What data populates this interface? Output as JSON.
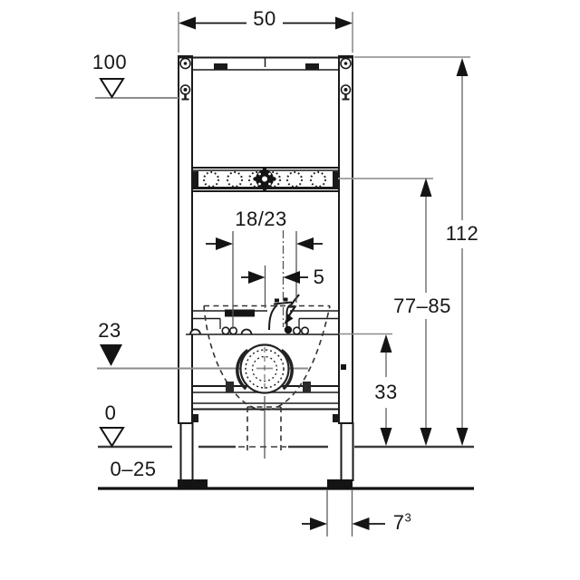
{
  "drawing": {
    "title": "urinal-installation-element-dimension-drawing",
    "background_color": "#ffffff",
    "line_color": "#1a1a1a",
    "reference_line_color": "#8c8c8c",
    "labels": {
      "width": "50",
      "meter_mark": "100",
      "height": "112",
      "flush_pipe_range": "77–85",
      "connection_spacing": "18/23",
      "center_offset": "5",
      "trap_level": "23",
      "outlet_height": "33",
      "floor_level": "0",
      "floor_buildup_range": "0–25",
      "foot_offset": "7",
      "foot_offset_footnote": "3"
    },
    "icons": {
      "meter_level_marker": "open-triangle-down-icon",
      "trap_level_marker": "filled-triangle-down-icon",
      "floor_level_marker": "open-triangle-down-icon",
      "flush_connection_marker": "lightning-arrow-icon"
    }
  }
}
